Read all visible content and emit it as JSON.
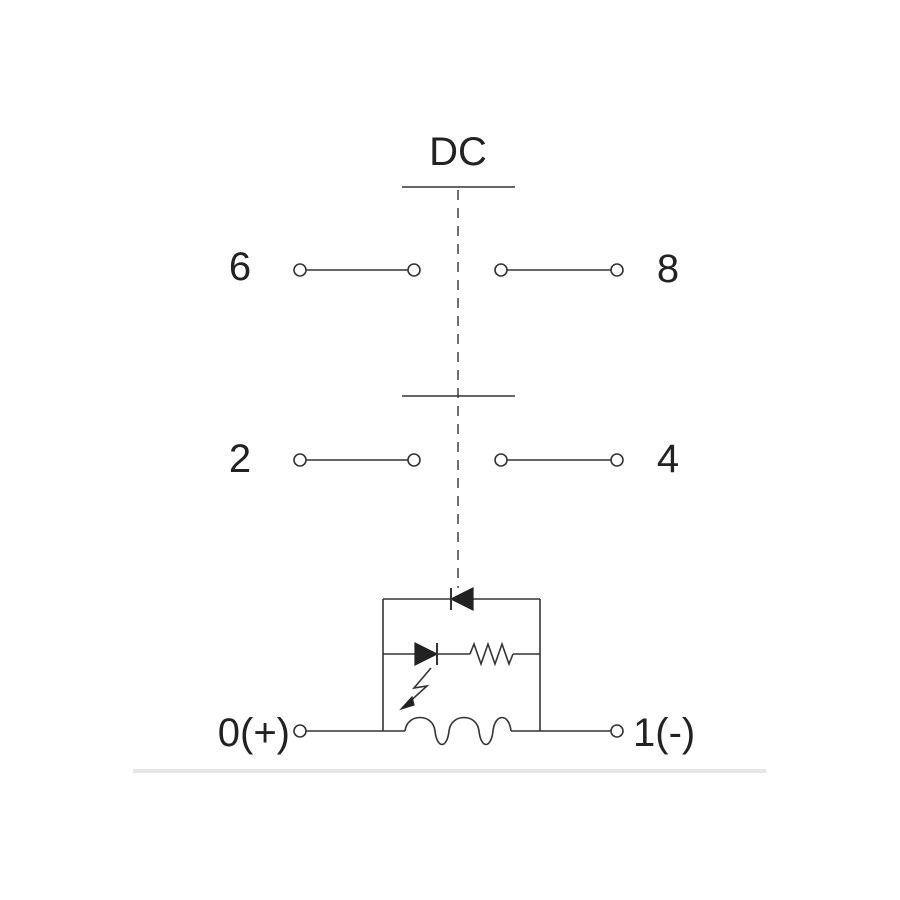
{
  "diagram": {
    "title": "DC",
    "terminals": {
      "t6": "6",
      "t8": "8",
      "t2": "2",
      "t4": "4",
      "coil_pos": "0(+)",
      "coil_neg": "1(-)"
    },
    "colors": {
      "line": "#333333",
      "text": "#222222",
      "baseline": "#e6e6e6"
    }
  }
}
